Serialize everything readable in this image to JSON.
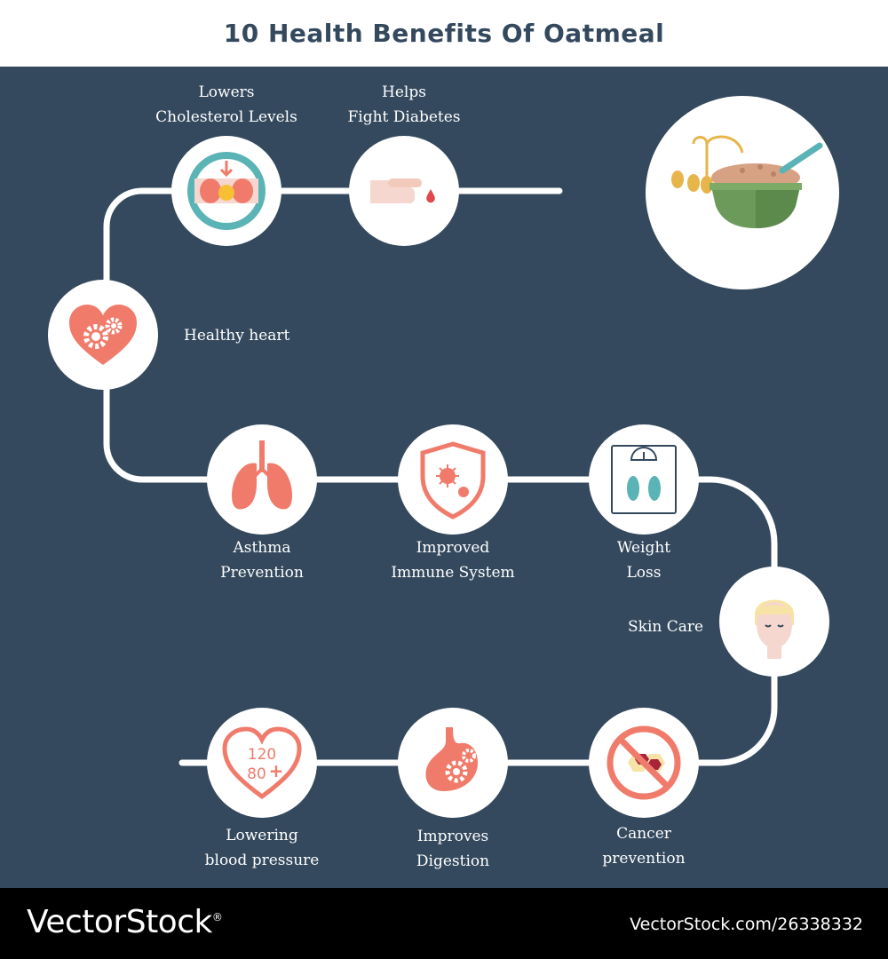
{
  "title": "10 Health Benefits Of Oatmeal",
  "colors": {
    "background": "#34495e",
    "accent": "#f07b6b",
    "bowl": "#6c9a5a",
    "teal": "#5ab3b5"
  },
  "benefits": [
    {
      "label_line1": "Lowers",
      "label_line2": "Cholesterol Levels",
      "icon": "artery-icon"
    },
    {
      "label_line1": "Helps",
      "label_line2": "Fight Diabetes",
      "icon": "finger-blood-drop-icon"
    },
    {
      "label_line1": "Healthy heart",
      "icon": "heart-gears-icon"
    },
    {
      "label_line1": "Asthma",
      "label_line2": "Prevention",
      "icon": "lungs-icon"
    },
    {
      "label_line1": "Improved",
      "label_line2": "Immune System",
      "icon": "shield-virus-icon"
    },
    {
      "label_line1": "Weight",
      "label_line2": "Loss",
      "icon": "scale-icon"
    },
    {
      "label_line1": "Skin Care",
      "icon": "face-icon"
    },
    {
      "label_line1": "Cancer",
      "label_line2": "prevention",
      "icon": "no-cancer-icon"
    },
    {
      "label_line1": "Improves",
      "label_line2": "Digestion",
      "icon": "stomach-gears-icon"
    },
    {
      "label_line1": "Lowering",
      "label_line2": "blood pressure",
      "icon": "heart-pressure-icon"
    }
  ],
  "pressure_icon": {
    "systolic": "120",
    "diastolic": "80",
    "sign": "+"
  },
  "hero": {
    "icon": "oatmeal-bowl-icon"
  },
  "footer": {
    "brand": "VectorStock",
    "registered": "®",
    "image_id": "VectorStock.com/26338332"
  }
}
